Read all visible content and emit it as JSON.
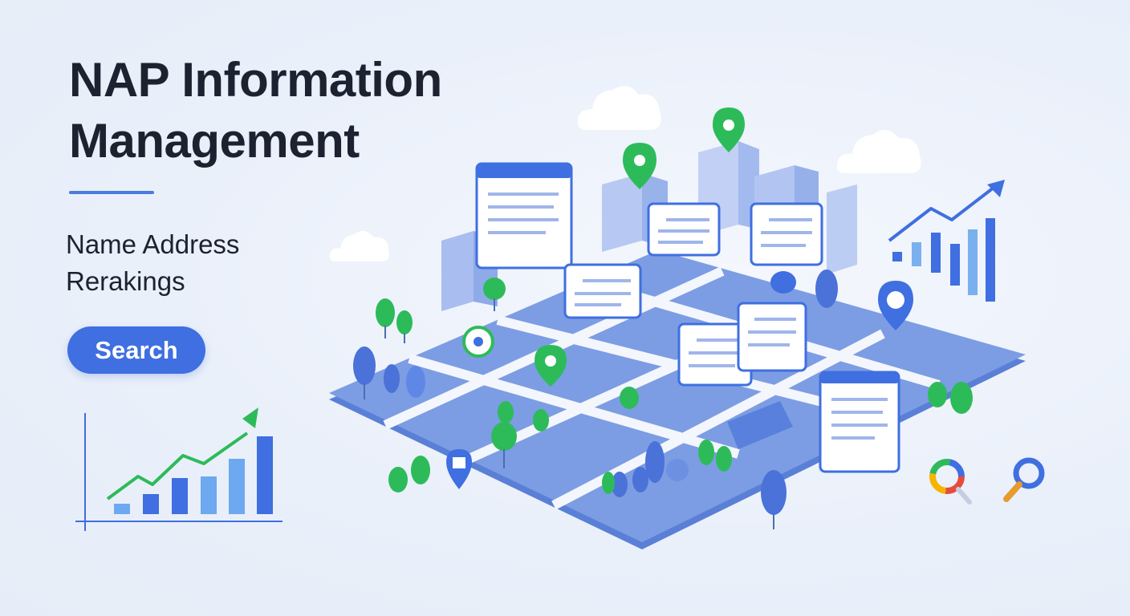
{
  "hero": {
    "title_line1": "NAP Information",
    "title_line2": "Management",
    "subtitle_line1": "Name Address",
    "subtitle_line2": "Rerakings",
    "search_label": "Search"
  },
  "colors": {
    "accent": "#3f6fe0",
    "green": "#2dbb5a",
    "text": "#1c2230",
    "map_block": "#7c9de3",
    "street": "#f3f6fc"
  },
  "icons": [
    "location-pin-icon",
    "info-card-icon",
    "tree-icon",
    "building-icon",
    "cloud-icon",
    "trend-up-icon",
    "magnifier-icon",
    "google-search-icon"
  ]
}
